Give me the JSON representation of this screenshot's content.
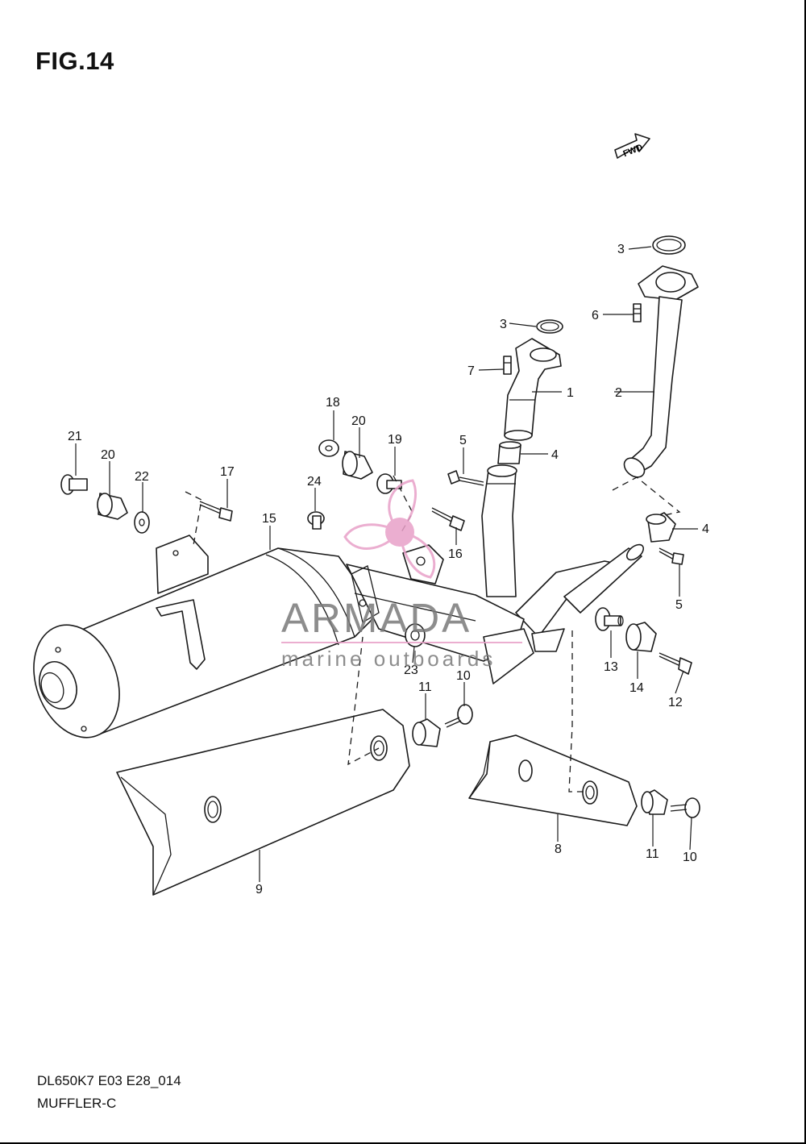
{
  "figure": {
    "title": "FIG.14",
    "code": "DL650K7 E03 E28_014",
    "name": "MUFFLER-C",
    "fwd_arrow_label": "FWD"
  },
  "watermark": {
    "brand": "ARMADA",
    "tagline": "marine outboards",
    "logo_icon": "propeller-logo-icon",
    "color": "#e8a0c8"
  },
  "callouts": {
    "c1": "1",
    "c2": "2",
    "c3a": "3",
    "c3b": "3",
    "c4a": "4",
    "c4b": "4",
    "c5a": "5",
    "c5b": "5",
    "c6": "6",
    "c7": "7",
    "c8": "8",
    "c9": "9",
    "c10a": "10",
    "c10b": "10",
    "c11a": "11",
    "c11b": "11",
    "c12": "12",
    "c13": "13",
    "c14": "14",
    "c15": "15",
    "c16": "16",
    "c17": "17",
    "c18": "18",
    "c19": "19",
    "c20a": "20",
    "c20b": "20",
    "c21": "21",
    "c22": "22",
    "c23": "23",
    "c24": "24"
  }
}
